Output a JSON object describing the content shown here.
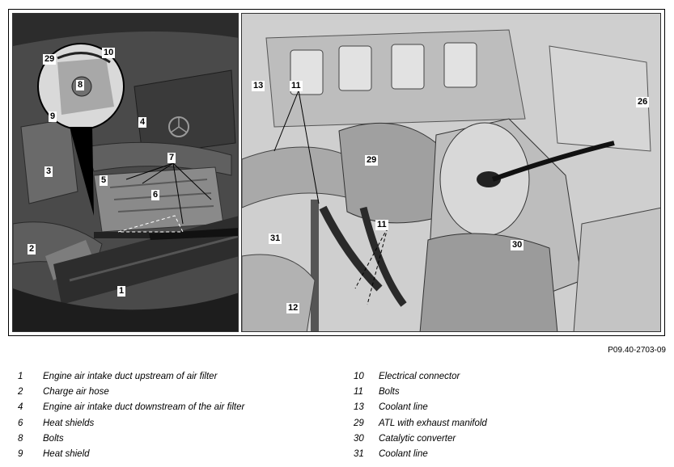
{
  "callouts": {
    "c10": "10",
    "c29_left": "29",
    "c8": "8",
    "c9": "9",
    "c4": "4",
    "c3": "3",
    "c5": "5",
    "c7": "7",
    "c6": "6",
    "c2": "2",
    "c1": "1",
    "c13": "13",
    "c11_top": "11",
    "c26": "26",
    "c29_right": "29",
    "c31": "31",
    "c11_bottom": "11",
    "c30": "30",
    "c12": "12"
  },
  "figure_ref": "P09.40-2703-09",
  "legend": {
    "left": [
      {
        "num": "1",
        "text": "Engine air intake duct upstream of air filter"
      },
      {
        "num": "2",
        "text": "Charge air hose"
      },
      {
        "num": "4",
        "text": "Engine air intake duct downstream of the air filter"
      },
      {
        "num": "6",
        "text": "Heat shields"
      },
      {
        "num": "8",
        "text": "Bolts"
      },
      {
        "num": "9",
        "text": "Heat shield"
      }
    ],
    "right": [
      {
        "num": "10",
        "text": "Electrical connector"
      },
      {
        "num": "11",
        "text": "Bolts"
      },
      {
        "num": "13",
        "text": "Coolant line"
      },
      {
        "num": "29",
        "text": "ATL with exhaust manifold"
      },
      {
        "num": "30",
        "text": "Catalytic converter"
      },
      {
        "num": "31",
        "text": "Coolant line"
      }
    ]
  }
}
